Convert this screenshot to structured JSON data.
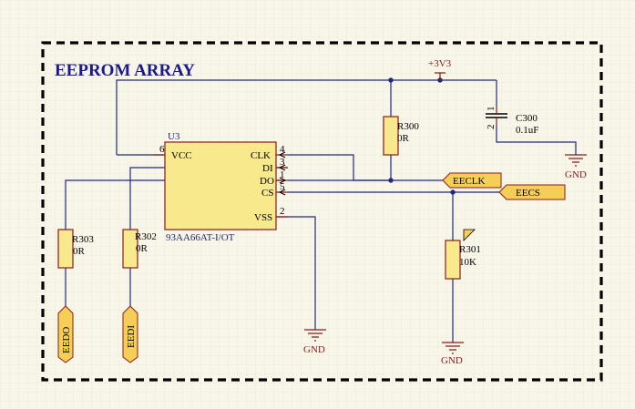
{
  "title": "EEPROM ARRAY",
  "colors": {
    "wire": "#1e2a7a",
    "component": "#8b1a1a",
    "body": "#f8e98d",
    "port": "#f5cf55",
    "background": "#f8f6e9"
  },
  "power": {
    "label": "+3V3"
  },
  "ground": {
    "label": "GND"
  },
  "ic": {
    "designator": "U3",
    "part": "93AA66AT-I/OT",
    "pins": {
      "vcc": {
        "name": "VCC",
        "num": "6"
      },
      "clk": {
        "name": "CLK",
        "num": "4"
      },
      "di": {
        "name": "DI",
        "num": "3"
      },
      "do": {
        "name": "DO",
        "num": "1"
      },
      "cs": {
        "name": "CS",
        "num": "5"
      },
      "vss": {
        "name": "VSS",
        "num": "2"
      }
    }
  },
  "resistors": {
    "r300": {
      "ref": "R300",
      "value": "0R"
    },
    "r301": {
      "ref": "R301",
      "value": "10K"
    },
    "r302": {
      "ref": "R302",
      "value": "0R"
    },
    "r303": {
      "ref": "R303",
      "value": "0R"
    }
  },
  "capacitor": {
    "ref": "C300",
    "value": "0.1uF",
    "pin1": "1",
    "pin2": "2"
  },
  "ports": {
    "eeclk": "EECLK",
    "eecs": "EECS",
    "eedo": "EEDO",
    "eedi": "EEDI"
  }
}
